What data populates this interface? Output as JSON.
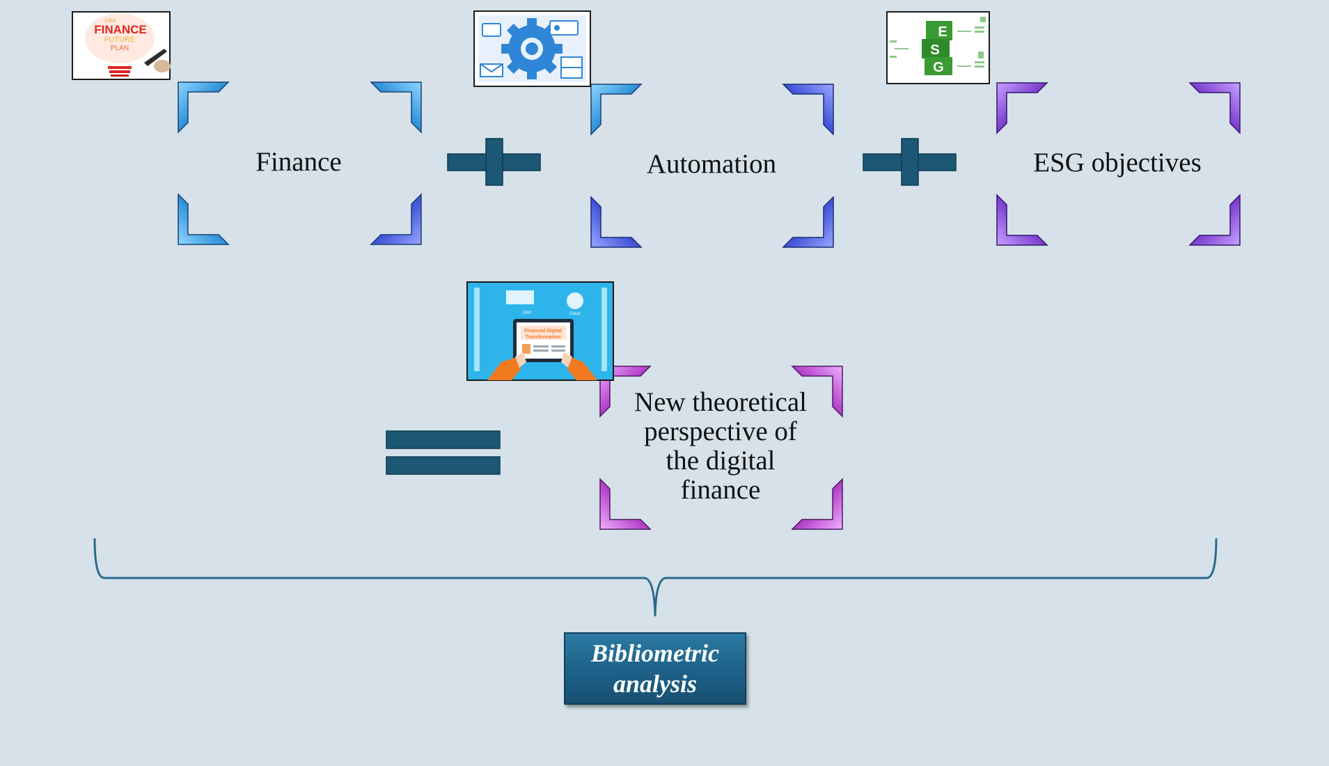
{
  "nodes": {
    "finance": {
      "label": "Finance",
      "image": "finance-word-cloud-lightbulb-image"
    },
    "automation": {
      "label": "Automation",
      "image": "automation-gear-icon-image"
    },
    "esg": {
      "label": "ESG objectives",
      "image": "esg-green-blocks-image"
    }
  },
  "operators": {
    "plus_1": "plus-icon",
    "plus_2": "plus-icon",
    "equals": "equals-icon"
  },
  "result": {
    "lines": [
      "New theoretical",
      "perspective of",
      "the digital",
      "finance"
    ],
    "image": "financial-digital-transformation-tablet-image",
    "image_texts": [
      "Financial Digital",
      "Transformation",
      "ERP",
      "Cloud"
    ]
  },
  "thumbnail_texts": {
    "finance": [
      "FINANCE",
      "IDEA",
      "FUTURE",
      "PLAN"
    ],
    "esg": [
      "E",
      "S",
      "G"
    ]
  },
  "method": {
    "lines": [
      "Bibliometric",
      "analysis"
    ]
  },
  "colors": {
    "background": "#d6e1e9",
    "operator": "#1c5774",
    "brace": "#2a6a8f",
    "frame_blue": "#2a8fd8",
    "frame_indigo": "#3d4fd6",
    "frame_violet": "#7a3ad0",
    "frame_magenta": "#b03ac6",
    "method_box": "#1e6188"
  }
}
